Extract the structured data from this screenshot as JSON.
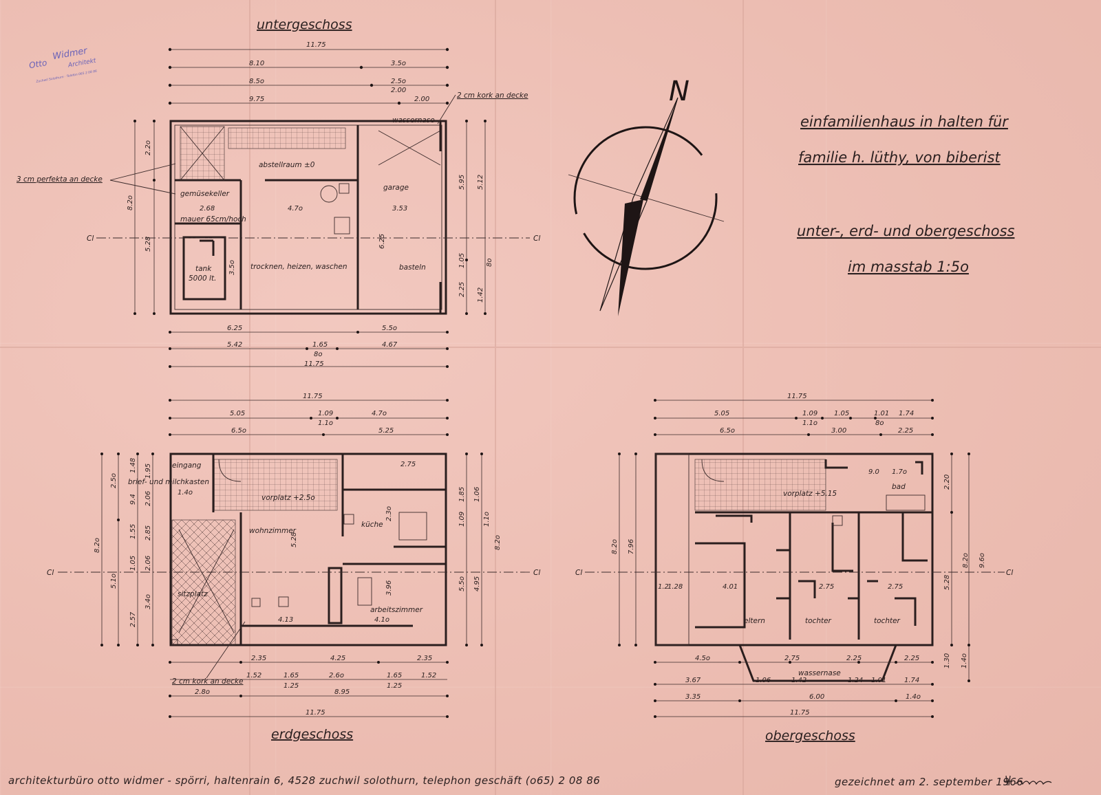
{
  "title": {
    "line1": "einfamilienhaus  in  halten  für",
    "line2": "familie  h. lüthy, von biberist",
    "line3": "unter-, erd- und obergeschoss",
    "line4": "im  masstab  1:5o"
  },
  "north_label": "N",
  "stamp": {
    "name1": "Otto",
    "name2": "Widmer",
    "role": "Architekt",
    "address": "Zuchwil Solothurn · Telefon 065 2 08 86"
  },
  "plans": {
    "untergeschoss": {
      "heading": "untergeschoss",
      "rooms": {
        "abstellraum": "abstellraum ±0",
        "gemusekeller": "gemüsekeller",
        "mauer": "mauer 65cm/hoch",
        "tank": "tank",
        "tank_cap": "5000 lt.",
        "trocknen": "trocknen, heizen, waschen",
        "garage": "garage",
        "basteln": "basteln",
        "wassernase": "wassernase"
      },
      "notes": {
        "kork": "2 cm kork an decke",
        "perfekta": "3 cm perfekta an decke",
        "section_left": "Cl",
        "section_right": "Cl"
      },
      "dims_top": [
        "11.75",
        "8.10",
        "3.5o",
        "8.5o",
        "2.5o",
        "2.00",
        "9.75",
        "2.00"
      ],
      "dims_side": [
        "2.2o",
        "8.2o",
        "5.28",
        "3.5o",
        "5.95",
        "5.12",
        "1.05",
        "8o",
        "2.25",
        "1.42"
      ],
      "dims_inner": [
        "2.68",
        "4.7o",
        "3.53",
        "6.25"
      ],
      "dims_bottom": [
        "6.25",
        "5.5o",
        "5.42",
        "1.65",
        "4.67",
        "8o",
        "11.75"
      ]
    },
    "erdgeschoss": {
      "heading": "erdgeschoss",
      "rooms": {
        "eingang": "eingang",
        "briefkasten": "brief- und milchkasten",
        "vorplatz": "vorplatz +2.5o",
        "wohnzimmer": "wohnzimmer",
        "kuche": "küche",
        "sitzplatz": "sitzplatz",
        "arbeitszimmer": "arbeitszimmer"
      },
      "notes": {
        "kork": "2 cm kork an decke",
        "section_left": "Cl",
        "section_right": "Cl"
      },
      "dims_top": [
        "11.75",
        "5.05",
        "1.09",
        "4.7o",
        "1.1o",
        "6.5o",
        "5.25"
      ],
      "dims_side": [
        "2.5o",
        "1.48",
        "1.95",
        "9.4",
        "2.06",
        "1.55",
        "2.85",
        "8.2o",
        "5.1o",
        "1.05",
        "2.06",
        "3.4o",
        "2.57",
        "8.2o",
        "5.5o",
        "4.95",
        "1.85",
        "1.06",
        "1.09",
        "1.1o"
      ],
      "dims_inner": [
        "1.4o",
        "2.75",
        "5.28",
        "2.3o",
        "3.96",
        "4.13",
        "4.1o"
      ],
      "dims_bottom": [
        "2.35",
        "4.25",
        "2.35",
        "1.52",
        "1.65",
        "2.6o",
        "1.65",
        "1.52",
        "1.25",
        "1.25",
        "2.8o",
        "8.95",
        "11.75"
      ]
    },
    "obergeschoss": {
      "heading": "obergeschoss",
      "rooms": {
        "vorplatz": "vorplatz +5.15",
        "bad": "bad",
        "eltern": "eltern",
        "tochter1": "tochter",
        "tochter2": "tochter",
        "wassernase": "wassernase"
      },
      "notes": {
        "section_left": "Cl",
        "section_right": "Cl"
      },
      "dims_top": [
        "11.75",
        "5.05",
        "1.09",
        "1.05",
        "1.01",
        "1.74",
        "1.1o",
        "3.00",
        "8o",
        "6.5o",
        "2.25"
      ],
      "dims_side": [
        "8.2o",
        "7.96",
        "8.2o",
        "9.6o",
        "5.28",
        "2.20",
        "1.30",
        "1.4o"
      ],
      "dims_inner": [
        "1.2",
        "1.28",
        "4.01",
        "2.75",
        "2.75",
        "1.7o",
        "9.0"
      ],
      "dims_bottom": [
        "4.5o",
        "2.75",
        "2.25",
        "2.25",
        "3.67",
        "1.06",
        "1.42",
        "1.24",
        "1.01",
        "1.74",
        "3.35",
        "6.00",
        "1.4o",
        "11.75"
      ]
    }
  },
  "footer": {
    "left": "architekturbüro otto widmer - spörri, haltenrain 6, 4528 zuchwil solothurn, telephon geschäft (o65) 2 08 86",
    "right": "gezeichnet am 2. september 1966"
  }
}
